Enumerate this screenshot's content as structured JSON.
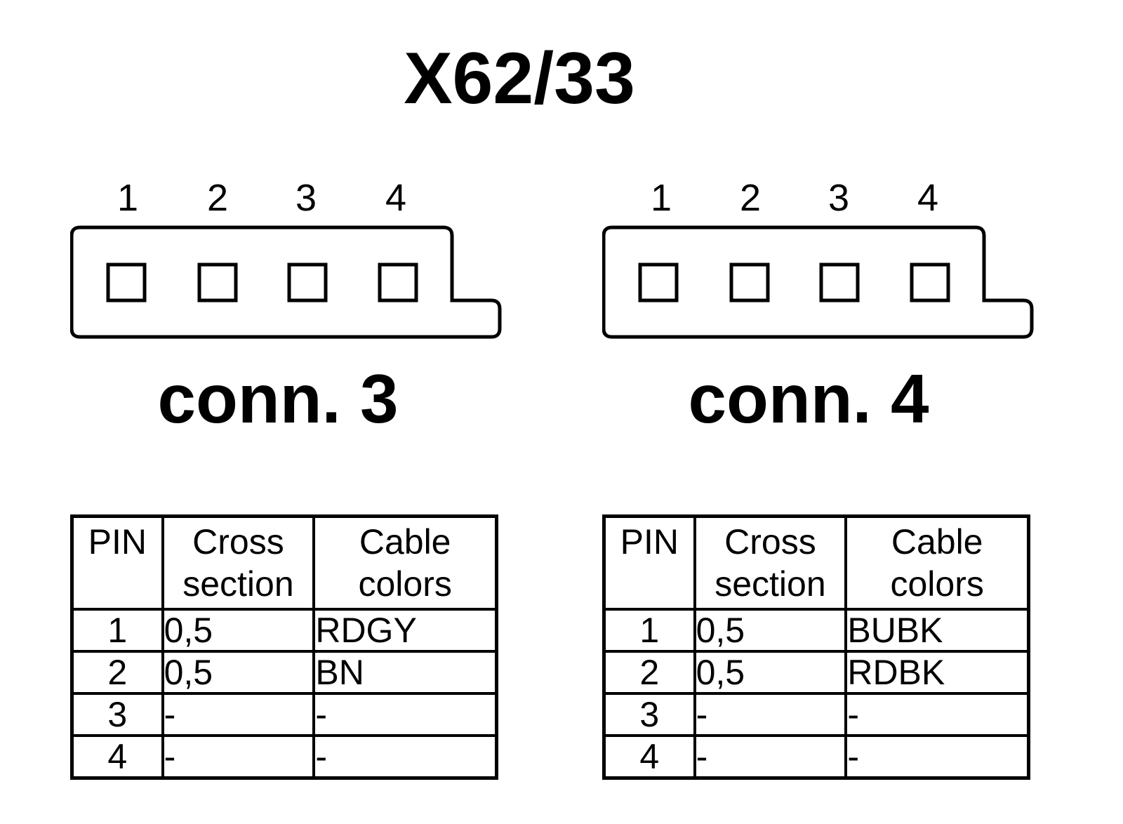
{
  "title": "X62/33",
  "connectors": [
    {
      "label": "conn. 3",
      "pin_numbers": [
        "1",
        "2",
        "3",
        "4"
      ],
      "table": {
        "headers": {
          "pin": "PIN",
          "cross_1": "Cross",
          "cross_2": "section",
          "color_1": "Cable",
          "color_2": "colors"
        },
        "rows": [
          {
            "pin": "1",
            "cross": "0,5",
            "color": "RDGY"
          },
          {
            "pin": "2",
            "cross": "0,5",
            "color": "BN"
          },
          {
            "pin": "3",
            "cross": "-",
            "color": "-"
          },
          {
            "pin": "4",
            "cross": "-",
            "color": "-"
          }
        ]
      }
    },
    {
      "label": "conn. 4",
      "pin_numbers": [
        "1",
        "2",
        "3",
        "4"
      ],
      "table": {
        "headers": {
          "pin": "PIN",
          "cross_1": "Cross",
          "cross_2": "section",
          "color_1": "Cable",
          "color_2": "colors"
        },
        "rows": [
          {
            "pin": "1",
            "cross": "0,5",
            "color": "BUBK"
          },
          {
            "pin": "2",
            "cross": "0,5",
            "color": "RDBK"
          },
          {
            "pin": "3",
            "cross": "-",
            "color": "-"
          },
          {
            "pin": "4",
            "cross": "-",
            "color": "-"
          }
        ]
      }
    }
  ]
}
